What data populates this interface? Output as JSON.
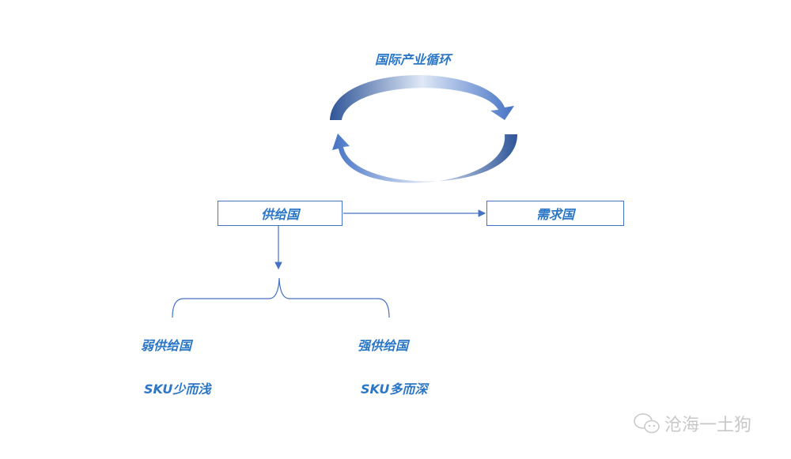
{
  "title": "国际产业循环",
  "nodes": {
    "supply": "供给国",
    "demand": "需求国"
  },
  "branches": [
    {
      "label": "弱供给国",
      "desc": "SKU少而浅"
    },
    {
      "label": "强供给国",
      "desc": "SKU多而深"
    }
  ],
  "watermark": {
    "text": "沧海一土狗",
    "icon": "wechat-icon"
  },
  "colors": {
    "accent": "#4472c4",
    "text": "#2b77c6"
  }
}
